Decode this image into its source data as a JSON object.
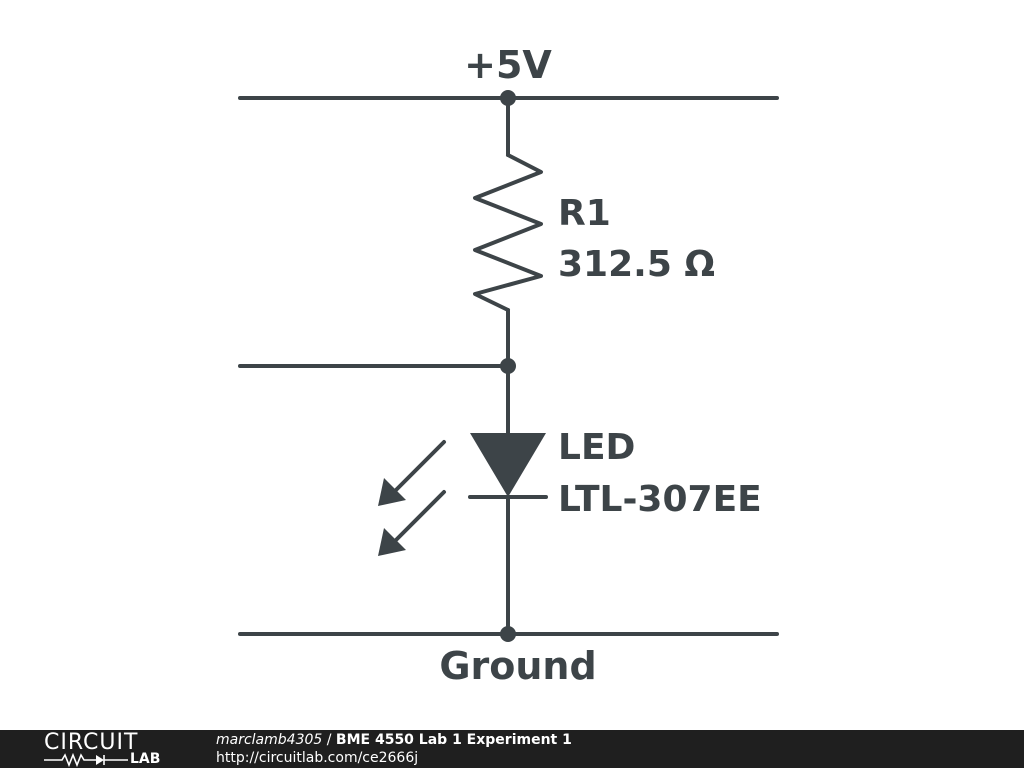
{
  "schematic": {
    "supply_label": "+5V",
    "ground_label": "Ground",
    "resistor": {
      "ref": "R1",
      "value": "312.5 Ω"
    },
    "led": {
      "ref": "LED",
      "part": "LTL-307EE"
    },
    "colors": {
      "wire": "#3d4448",
      "background": "#ffffff"
    }
  },
  "footer": {
    "logo_top": "CIRCUIT",
    "logo_bottom": "LAB",
    "author": "marclamb4305",
    "separator": " / ",
    "title": "BME 4550 Lab 1 Experiment 1",
    "url": "http://circuitlab.com/ce2666j",
    "colors": {
      "background": "#1f1f1f",
      "text": "#ffffff"
    }
  }
}
